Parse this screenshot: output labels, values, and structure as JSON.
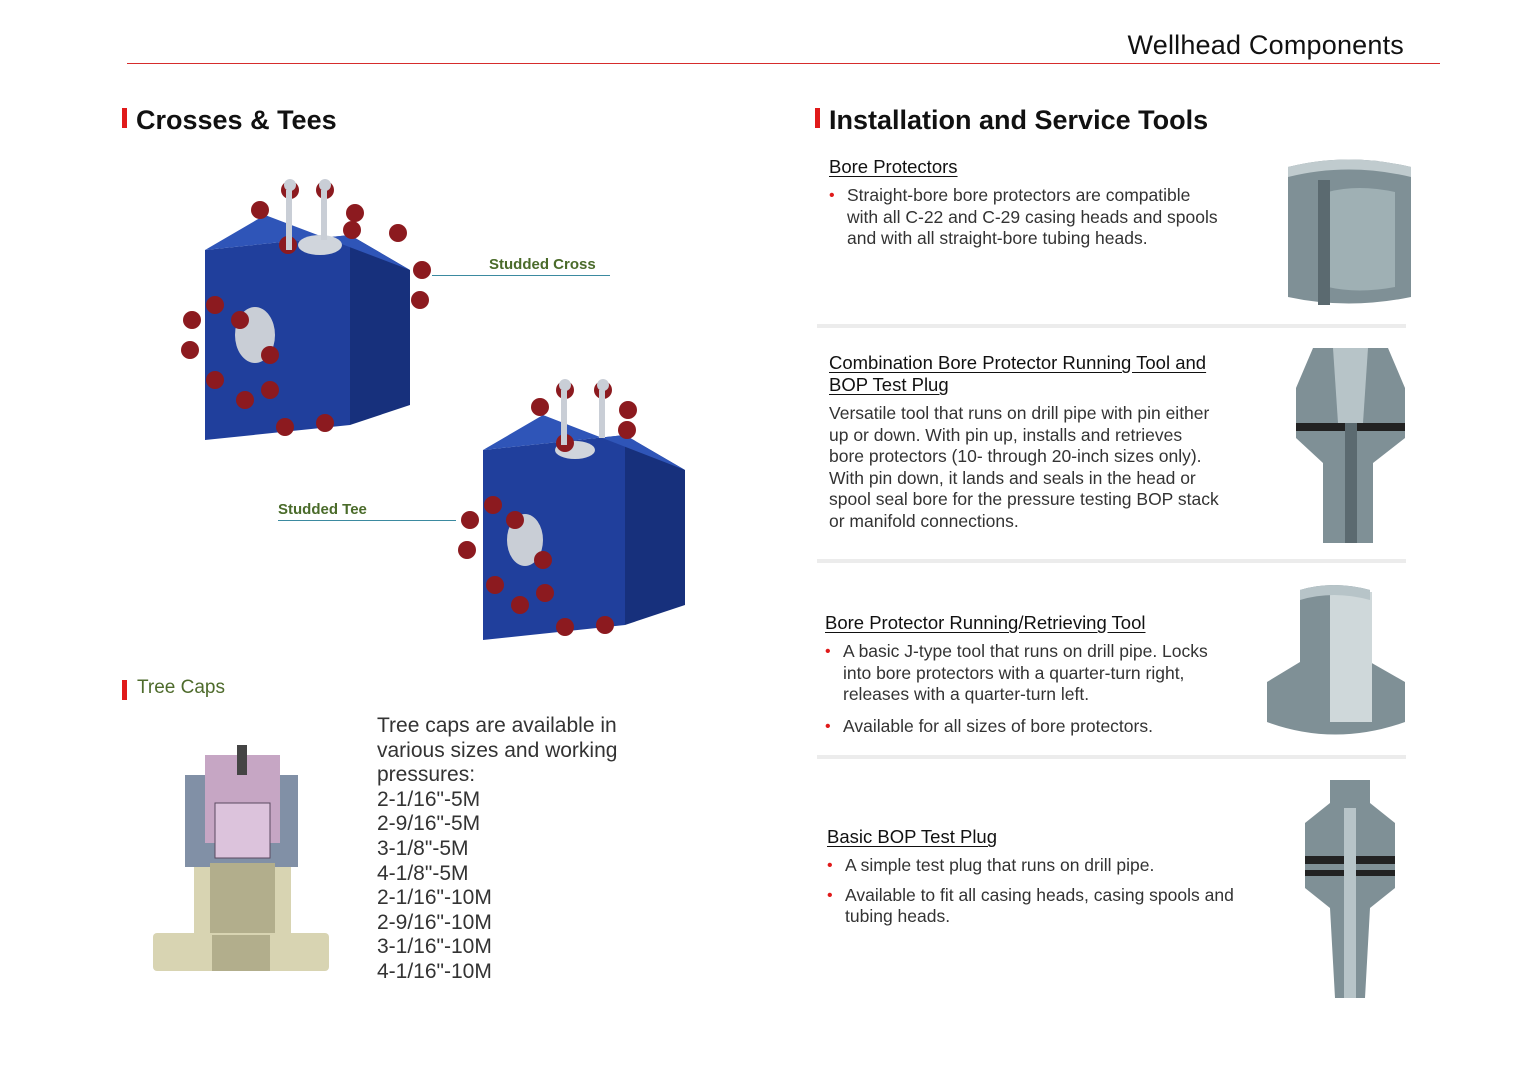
{
  "header": {
    "title": "Wellhead Components"
  },
  "left": {
    "section_title": "Crosses & Tees",
    "callouts": {
      "cross": "Studded Cross",
      "tee": "Studded Tee"
    },
    "tree_caps": {
      "title": "Tree Caps",
      "intro_lines": [
        "Tree caps are available in",
        "various sizes and working",
        "pressures:"
      ],
      "sizes": [
        "2-1/16\"-5M",
        "2-9/16\"-5M",
        "3-1/8\"-5M",
        "4-1/8\"-5M",
        "2-1/16\"-10M",
        "2-9/16\"-10M",
        "3-1/16\"-10M",
        "4-1/16\"-10M"
      ]
    }
  },
  "right": {
    "section_title": "Installation and Service Tools",
    "tools": [
      {
        "title": "Bore  Protectors",
        "bullets": [
          [
            "Straight-bore bore protectors are compatible",
            "with all C-22 and C-29 casing heads and spools",
            "and with all straight-bore tubing heads."
          ]
        ]
      },
      {
        "title_lines": [
          "Combination Bore Protector Running Tool and",
          "BOP Test Plug"
        ],
        "body_lines": [
          "Versatile tool that runs on drill pipe with pin either",
          "up or down. With pin up, installs and retrieves",
          "bore protectors (10- through 20-inch sizes only).",
          "With pin down, it lands and seals in the head or",
          "spool seal bore for the pressure testing BOP stack",
          "or manifold connections."
        ]
      },
      {
        "title": "Bore Protector Running/Retrieving Tool",
        "bullets": [
          [
            "A basic J-type tool that runs on drill pipe. Locks",
            "into bore protectors with a quarter-turn right,",
            "releases with a quarter-turn left."
          ],
          [
            "Available for all sizes of bore protectors."
          ]
        ]
      },
      {
        "title": "Basic BOP Test Plug",
        "bullets": [
          [
            "A simple test plug that runs on drill pipe."
          ],
          [
            "Available to fit all casing heads, casing spools and",
            "tubing heads."
          ]
        ]
      }
    ]
  },
  "colors": {
    "accent_red": "#e01a1a",
    "block_blue": "#1f3f9a",
    "bolt_red": "#8c1a1f",
    "callout_green": "#4a6b2a",
    "steel": "#8a9aa0"
  }
}
